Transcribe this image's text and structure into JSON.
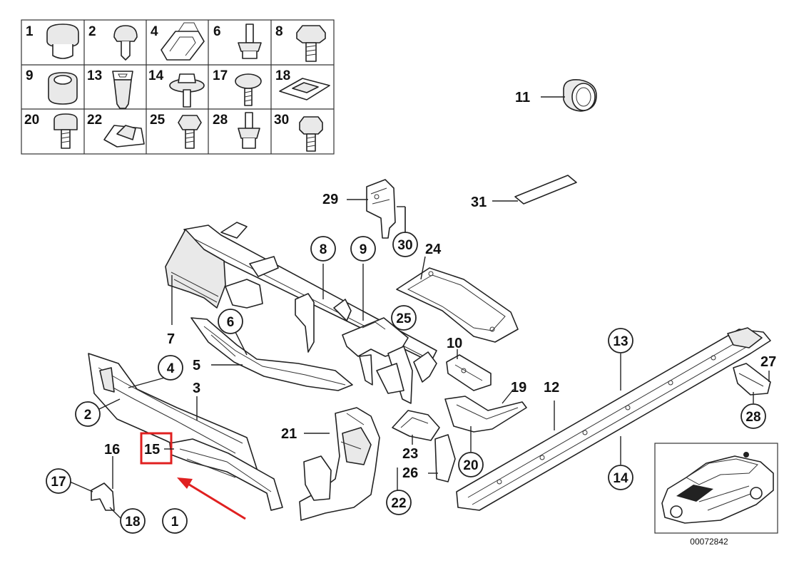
{
  "fastener_grid": [
    "1",
    "2",
    "4",
    "6",
    "8",
    "9",
    "13",
    "14",
    "17",
    "18",
    "20",
    "22",
    "25",
    "28",
    "30"
  ],
  "callouts": {
    "c1": "1",
    "c2": "2",
    "c3": "3",
    "c4": "4",
    "c5": "5",
    "c6": "6",
    "c7": "7",
    "c8": "8",
    "c9": "9",
    "c10": "10",
    "c11": "11",
    "c12": "12",
    "c13": "13",
    "c14": "14",
    "c15": "15",
    "c16": "16",
    "c17": "17",
    "c18": "18",
    "c19": "19",
    "c20": "20",
    "c21": "21",
    "c22": "22",
    "c23": "23",
    "c24": "24",
    "c25": "25",
    "c26": "26",
    "c27": "27",
    "c28": "28",
    "c29": "29",
    "c30": "30",
    "c31": "31"
  },
  "highlight": {
    "part": "15",
    "color": "#e02020"
  },
  "reference_number": "00072842"
}
